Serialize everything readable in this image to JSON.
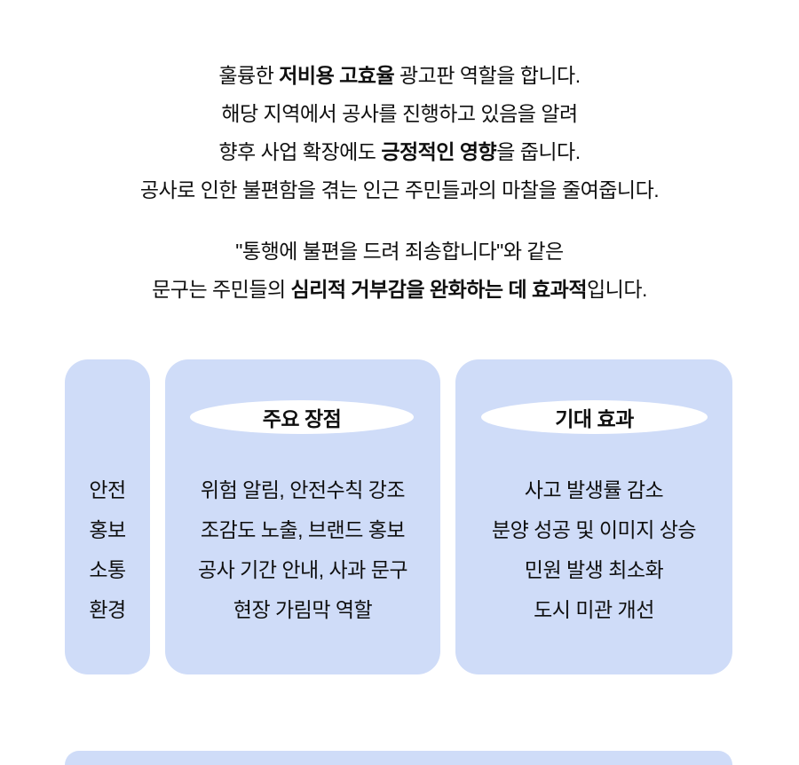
{
  "colors": {
    "panel_blue": "#cfdcf8",
    "oval_white": "#ffffff",
    "text": "#0f0f0f",
    "background": "#ffffff"
  },
  "intro": {
    "line1": {
      "pre": "훌륭한 ",
      "bold": "저비용 고효율",
      "post": " 광고판 역할을 합니다."
    },
    "line2": {
      "text": "해당 지역에서 공사를 진행하고 있음을 알려"
    },
    "line3": {
      "pre": "향후 사업 확장에도 ",
      "bold": "긍정적인 영향",
      "post": "을 줍니다."
    },
    "line4": {
      "text": "공사로 인한 불편함을 겪는 인근 주민들과의 마찰을 줄여줍니다."
    },
    "line5": {
      "text": "\"통행에 불편을 드려 죄송합니다\"와 같은"
    },
    "line6": {
      "pre": "문구는 주민들의 ",
      "bold": "심리적 거부감을 완화하는 데 효과적",
      "post": "입니다."
    }
  },
  "table": {
    "categories": [
      "안전",
      "홍보",
      "소통",
      "환경"
    ],
    "advantages": {
      "title": "주요 장점",
      "items": [
        "위험 알림, 안전수칙 강조",
        "조감도 노출, 브랜드 홍보",
        "공사 기간 안내, 사과 문구",
        "현장 가림막 역할"
      ]
    },
    "effects": {
      "title": "기대 효과",
      "items": [
        "사고 발생률 감소",
        "분양 성공 및 이미지 상승",
        "민원 발생 최소화",
        "도시 미관 개선"
      ]
    }
  }
}
